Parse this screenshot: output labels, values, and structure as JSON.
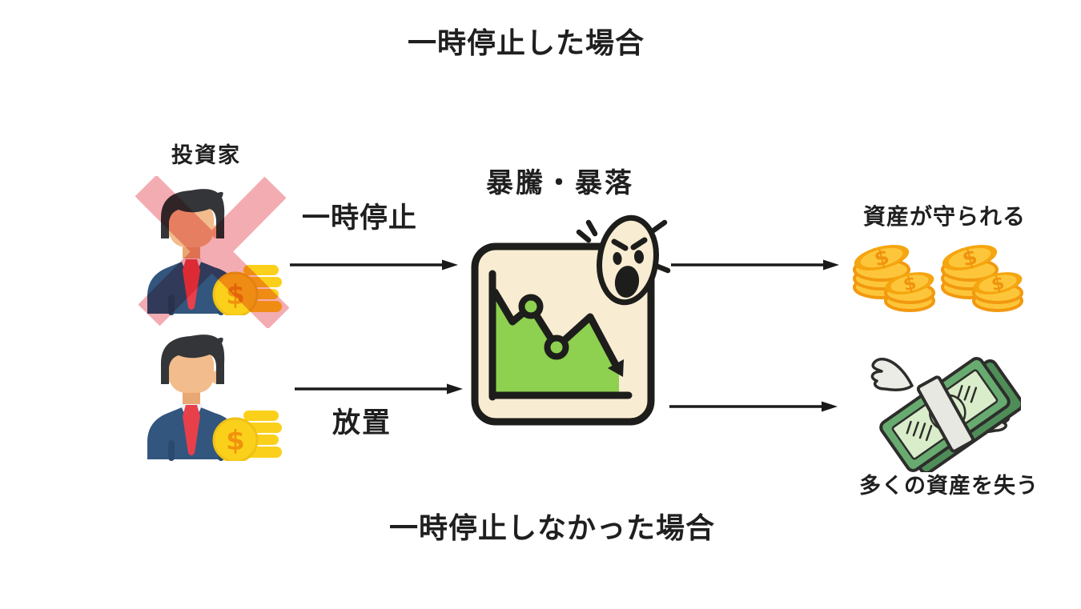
{
  "titles": {
    "top": "一時停止した場合",
    "bottom": "一時停止しなかった場合"
  },
  "labels": {
    "investor": "投資家",
    "pause": "一時停止",
    "leave": "放置",
    "volatility": "暴騰・暴落",
    "protected": "資産が守られる",
    "lost": "多くの資産を失う"
  },
  "glyphs": {
    "dollar": "$"
  },
  "icons": {
    "investor": "investor-with-coins-icon",
    "x_mark": "x-mark-icon",
    "market": "crashing-chart-icon",
    "angry_face": "angry-face-icon",
    "coins": "coin-stacks-icon",
    "money": "flying-money-icon"
  },
  "colors": {
    "text": "#1f1f1f",
    "arrow": "#1a1a1a",
    "outline": "#1d1d1b",
    "x_mark": "#f0959c",
    "hair": "#333538",
    "skin": "#f2bc8c",
    "skin_shadow": "#e9a873",
    "suit": "#33567e",
    "suit_dark": "#2b4a6e",
    "shirt": "#eef1f5",
    "tie": "#e8404b",
    "coin_yellow": "#fbd01a",
    "coin_edge": "#efc117",
    "coin_gold": "#fdc63a",
    "coin_orange": "#f5a50f",
    "coin_ring": "#f2990f",
    "coin_dollar": "#f0930c",
    "card_bg": "#f8ecd2",
    "chart_green": "#8ed04f",
    "bill_green": "#68ab70",
    "bill_dark": "#4e8d58",
    "bill_light": "#d9edca",
    "band": "#e8e8e2",
    "wing": "#ecece6"
  }
}
